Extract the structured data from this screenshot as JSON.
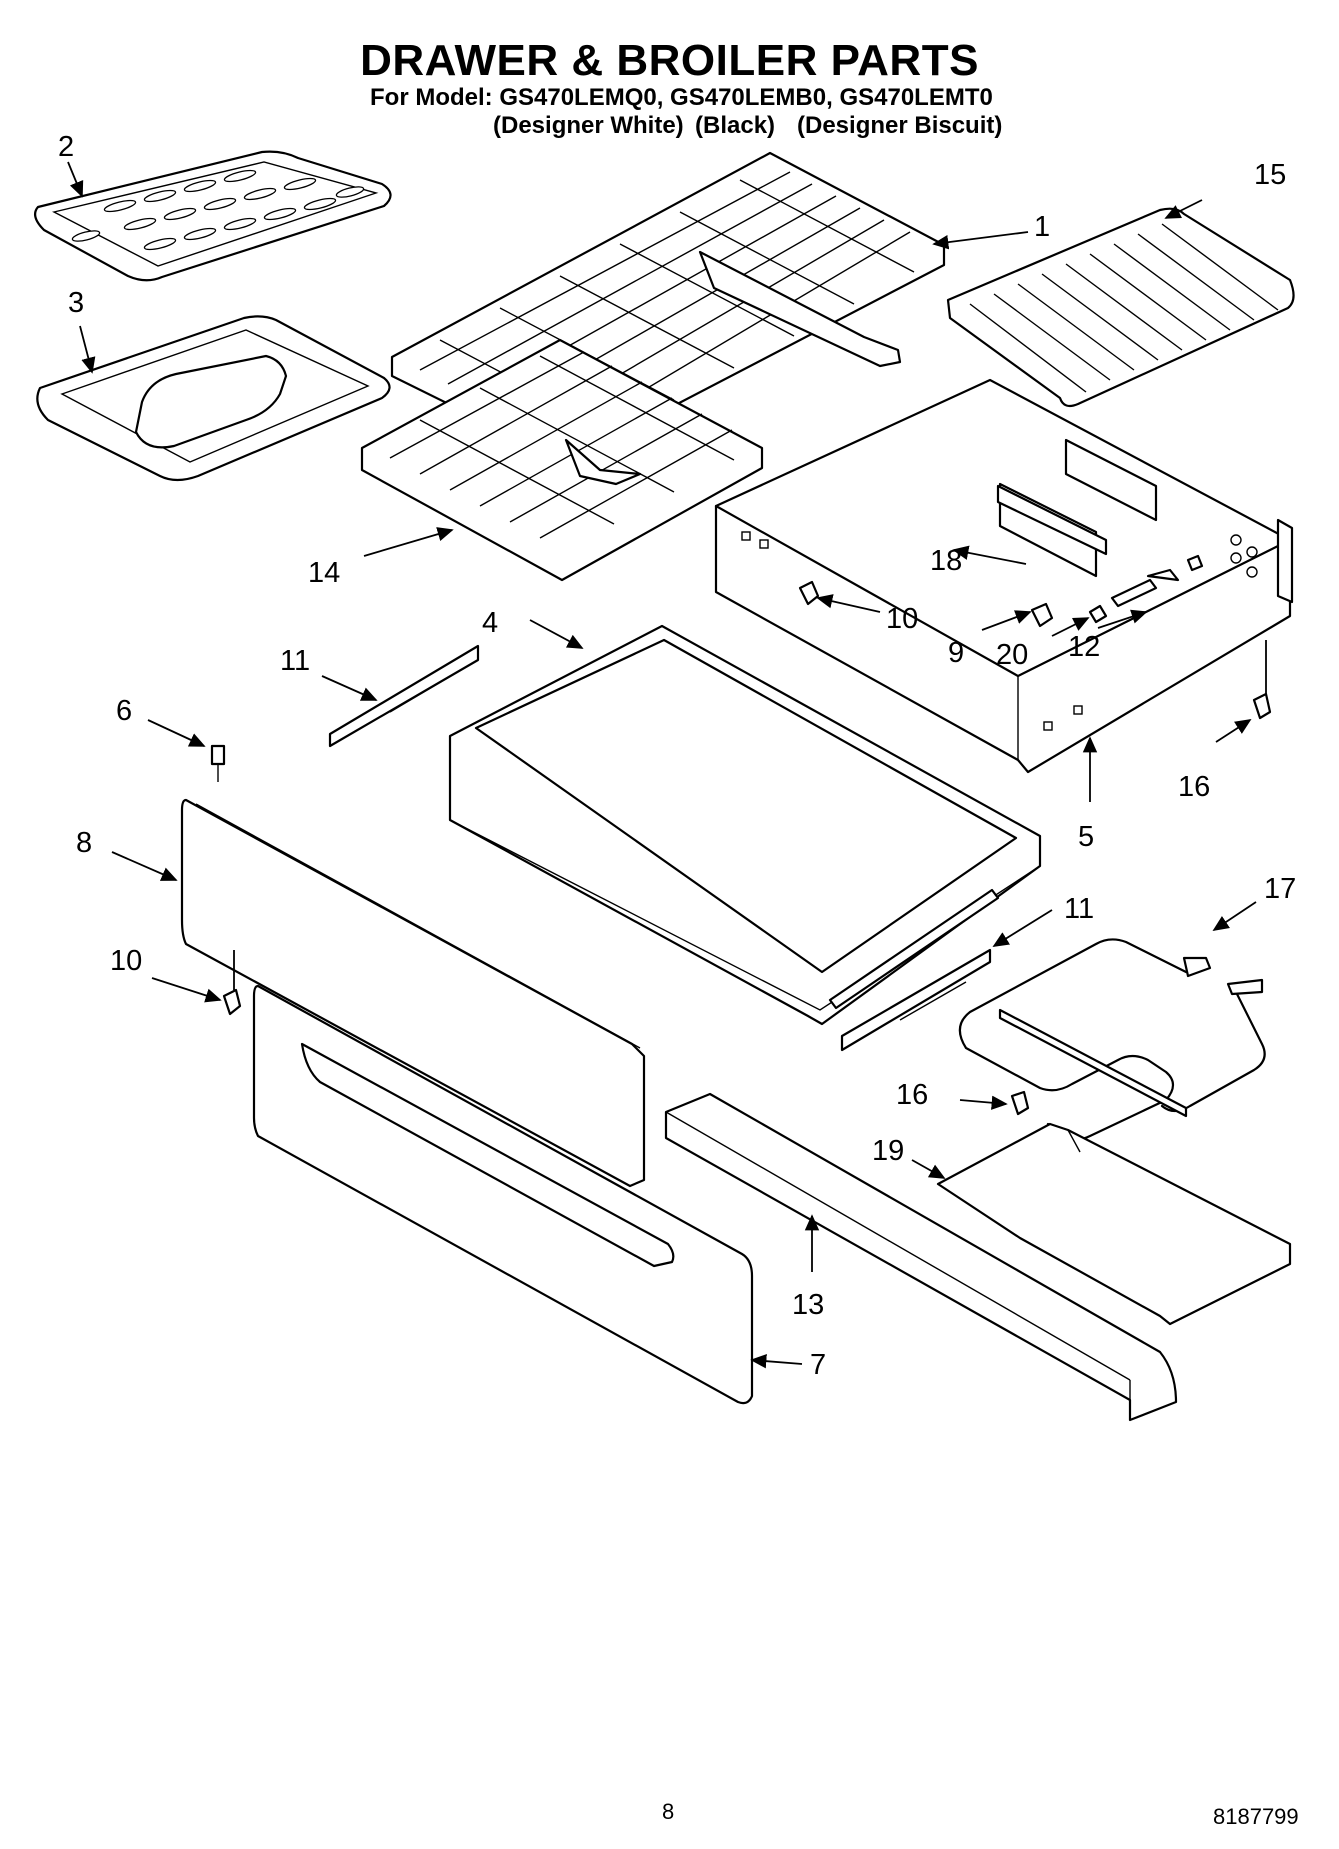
{
  "header": {
    "title": "DRAWER & BROILER PARTS",
    "models": "For Model: GS470LEMQ0, GS470LEMB0, GS470LEMT0",
    "variants": [
      "(Designer White)",
      "(Black)",
      "(Designer Biscuit)"
    ]
  },
  "labels": {
    "p1": "1",
    "p2": "2",
    "p3": "3",
    "p4": "4",
    "p5": "5",
    "p6": "6",
    "p7": "7",
    "p8": "8",
    "p9": "9",
    "p10a": "10",
    "p10b": "10",
    "p11a": "11",
    "p11b": "11",
    "p12": "12",
    "p13": "13",
    "p14": "14",
    "p15": "15",
    "p16a": "16",
    "p16b": "16",
    "p17": "17",
    "p18": "18",
    "p19": "19",
    "p20": "20"
  },
  "footer": {
    "page": "8",
    "doc": "8187799"
  }
}
